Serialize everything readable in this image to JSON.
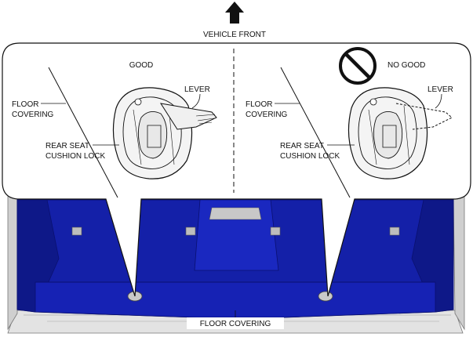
{
  "header": {
    "direction_label": "VEHICLE FRONT"
  },
  "left_panel": {
    "title": "GOOD",
    "lever_label": "LEVER",
    "floor_label_line1": "FLOOR",
    "floor_label_line2": "COVERING",
    "lock_label_line1": "REAR SEAT",
    "lock_label_line2": "CUSHION LOCK"
  },
  "right_panel": {
    "title": "NO GOOD",
    "lever_label": "LEVER",
    "floor_label_line1": "FLOOR",
    "floor_label_line2": "COVERING",
    "lock_label_line1": "REAR SEAT",
    "lock_label_line2": "CUSHION LOCK"
  },
  "floor": {
    "bottom_label": "FLOOR COVERING"
  },
  "icons": {
    "arrow": "arrow-up-icon",
    "prohibit": "prohibited-icon"
  },
  "colors": {
    "floor_blue": "#1420a8",
    "floor_dark": "#0a1070",
    "outline": "#111111"
  }
}
